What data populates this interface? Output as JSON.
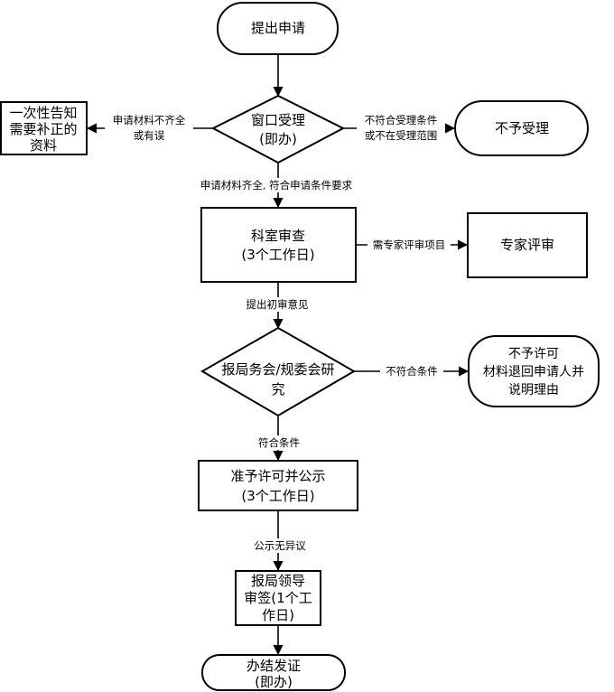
{
  "nodes": {
    "start": "提出申请",
    "window": [
      "窗口受理",
      "(即办)"
    ],
    "supplement": [
      "一次性告知",
      "需要补正的",
      "资料"
    ],
    "reject": "不予受理",
    "review": [
      "科室审查",
      "(3个工作日)"
    ],
    "expert": "专家评审",
    "meeting": [
      "报局务会/规委会研",
      "究"
    ],
    "deny": [
      "不予许可",
      "材料退回申请人并",
      "说明理由"
    ],
    "approve": [
      "准予许可并公示",
      "(3个工作日)"
    ],
    "sign": [
      "报局领导",
      "审签(1个工",
      "作日)"
    ],
    "finish": [
      "办结发证",
      "(即办)"
    ]
  },
  "edges": {
    "incomplete": [
      "申请材料不齐全",
      "或有误"
    ],
    "not_eligible": [
      "不符合受理条件",
      "或不在受理范围"
    ],
    "complete": "申请材料齐全, 符合申请条件要求",
    "need_expert": "需专家评审项目",
    "initial_opinion": "提出初审意见",
    "not_meet": "不符合条件",
    "meet": "符合条件",
    "no_objection": "公示无异议"
  },
  "colors": {
    "stroke": "#000000",
    "fill": "#ffffff"
  }
}
